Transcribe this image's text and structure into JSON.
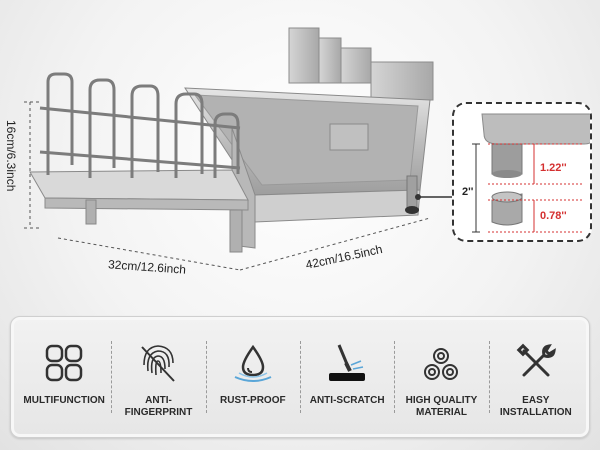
{
  "dimensions": {
    "height": "16cm/6.3inch",
    "width": "32cm/12.6inch",
    "length": "42cm/16.5inch"
  },
  "detail": {
    "upper": "1.22''",
    "total": "2''",
    "lower": "0.78''"
  },
  "features": [
    {
      "icon": "multifunction-icon",
      "label": "MULTIFUNCTION"
    },
    {
      "icon": "anti-fingerprint-icon",
      "label": "ANTI-FINGERPRINT"
    },
    {
      "icon": "rust-proof-icon",
      "label": "RUST-PROOF"
    },
    {
      "icon": "anti-scratch-icon",
      "label": "ANTI-SCRATCH"
    },
    {
      "icon": "high-quality-material-icon",
      "label": "HIGH QUALITY\nMATERIAL"
    },
    {
      "icon": "easy-installation-icon",
      "label": "EASY\nINSTALLATION"
    }
  ],
  "colors": {
    "steel": "#c8c8c8",
    "accent_red": "#d43030",
    "panel": "#e9e9e9"
  }
}
